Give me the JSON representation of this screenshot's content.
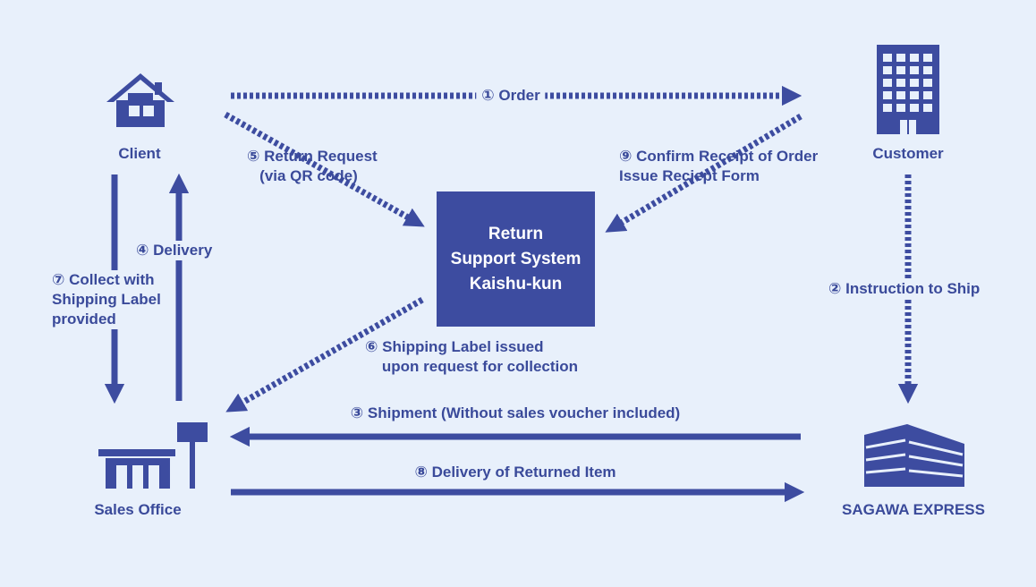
{
  "nodes": {
    "client": "Client",
    "customer": "Customer",
    "sales_office": "Sales Office",
    "sagawa": "SAGAWA EXPRESS",
    "system": "Return\nSupport System\nKaishu-kun"
  },
  "steps": {
    "order": "① Order",
    "instruction": "② Instruction to Ship",
    "shipment": "③ Shipment (Without sales voucher included)",
    "delivery": "④ Delivery",
    "return_request": "⑤ Return Request\n   (via QR code)",
    "shipping_label": "⑥ Shipping Label issued\n    upon request for collection",
    "collect": "⑦ Collect with\nShipping Label\nprovided",
    "delivery_returned": "⑧ Delivery of Returned Item",
    "confirm": "⑨ Confirm Receipt of Order\nIssue Reciept Form"
  },
  "colors": {
    "accent": "#3d4ca0",
    "background": "#e8f0fb"
  },
  "icons": [
    "house-icon",
    "office-building-icon",
    "storefront-icon",
    "warehouse-building-icon"
  ]
}
